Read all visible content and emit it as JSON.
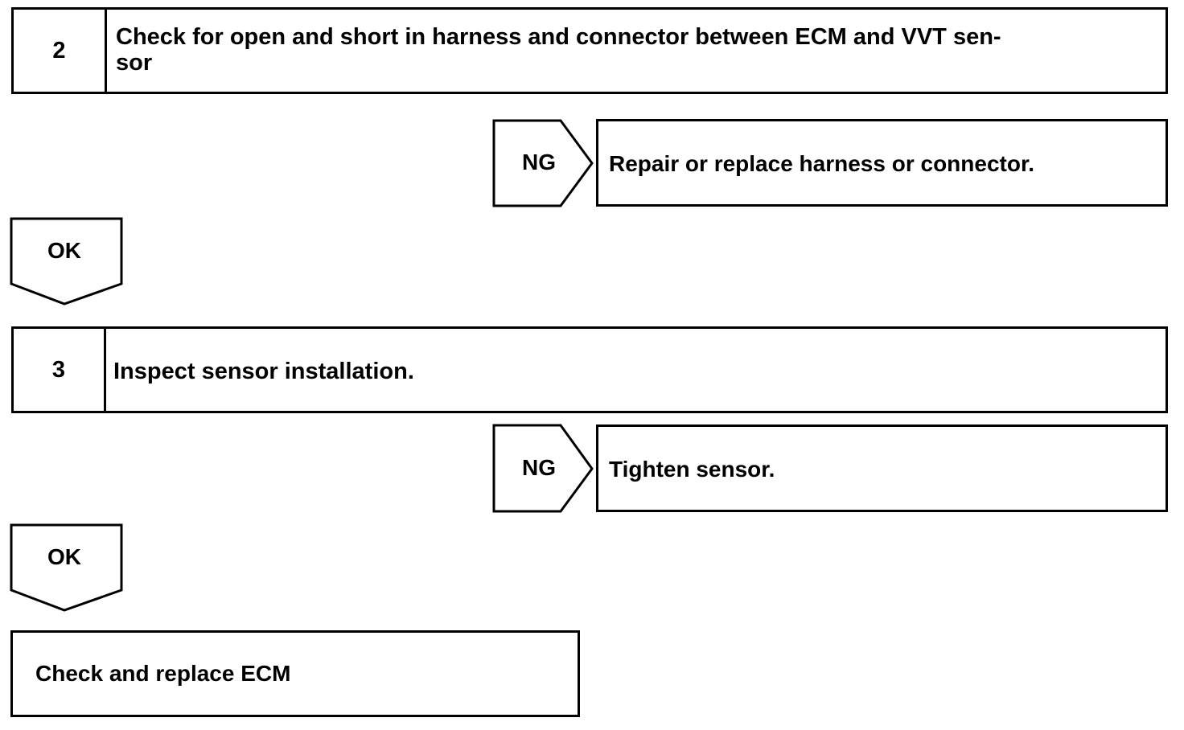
{
  "steps": [
    {
      "number": "2",
      "text_line1": "Check for open and short in harness and connector between ECM and VVT sen-",
      "text_line2": "sor"
    },
    {
      "number": "3",
      "text": "Inspect sensor installation."
    }
  ],
  "branches": [
    {
      "ng_label": "NG",
      "ng_action": "Repair or replace harness or connector.",
      "ok_label": "OK"
    },
    {
      "ng_label": "NG",
      "ng_action": "Tighten sensor.",
      "ok_label": "OK"
    }
  ],
  "final": {
    "text": "Check and replace ECM"
  },
  "colors": {
    "line": "#000000",
    "background": "#ffffff"
  }
}
